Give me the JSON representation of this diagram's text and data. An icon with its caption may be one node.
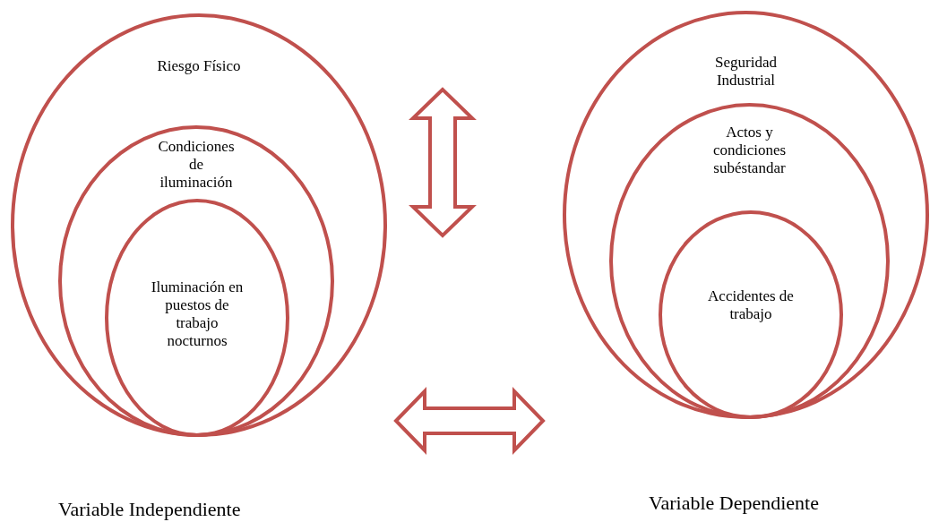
{
  "diagram": {
    "nodes": [
      {
        "text": [
          "Riesgo Físico"
        ],
        "beside": [
          "Variable Independiente"
        ]
      },
      {
        "text": [
          "Condiciones de iluminación"
        ],
        "in": 0
      },
      {
        "text": [
          "Iluminación en puestos de trabajo nocturnos"
        ],
        "in": 1
      },
      {
        "text": [
          "Seguridad Industrial"
        ],
        "beside": [
          "Variable Dependiente"
        ]
      },
      {
        "text": [
          "Actos y condiciones subéstandar"
        ],
        "in": 3
      },
      {
        "text": [
          "Accidentes de trabajo"
        ],
        "in": 4
      }
    ],
    "edges": [
      {
        "from": 0,
        "to": 3,
        "arrow": "both"
      }
    ]
  }
}
